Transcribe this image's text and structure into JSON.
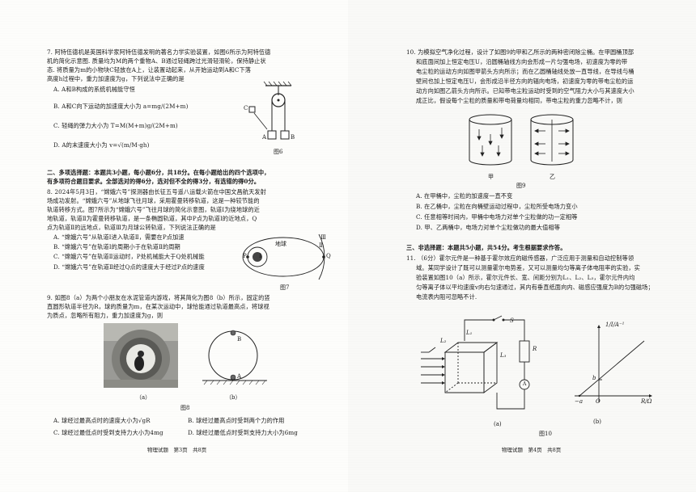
{
  "left": {
    "q7": {
      "lines": [
        "7. 阿特伍德机是英国科学家阿特伍德发明的著名力学实验装置，如图6所示为阿特伍德",
        "机的简化示意图. 质量均为M的两个重物A、B通过轻绳跨过光滑轻滑轮，保持静止状",
        "态. 将质量为m的小物块C轻放在A上，让装置动起来，从开始运动到A和C下落",
        "高度h过程中，重力加速度为g，下列说法中正确的是"
      ],
      "options": [
        "A. A和B构成的系统机械能守恒",
        "B. A和C向下运动的加速度大小为 a=mg/(2M+m)",
        "C. 轻绳的弹力大小为 T=M(M+m)g/(2M+m)",
        "D. A的末速度大小为 v=√(m/M·gh)"
      ],
      "fig_labels": {
        "c": "C",
        "a": "A",
        "b": "B"
      },
      "fig_caption": "图6"
    },
    "section2": [
      "二、多项选择题：本题共3小题，每小题6分，共18分。在每小题给出的四个选项中，",
      "有多项符合题目要求。全部选对的得6分，选对但不全的得3分，有选错的得0分。"
    ],
    "q8": {
      "lines": [
        "8. 2024年5月3日，“嫦娥六号”探测器由长征五号遥八运载火箭在中国文昌航天发射",
        "场成功发射。“嫦娥六号”从地球飞往月球，采用霍曼转移轨道，这是一种较节能的",
        "轨道转移方式。图7所示为“嫦娥六号”飞往月球的简化示意图，轨道Ⅰ为绕地球的近",
        "地轨道，轨道Ⅱ为霍曼转移轨道，是一条椭圆轨道，其中P点为轨道Ⅰ的近地点，Q",
        "点为轨道Ⅱ的远地点，轨道Ⅲ为月球公转轨道，下列说法正确的是"
      ],
      "options": [
        "A. “嫦娥六号”从轨道Ⅰ进入轨道Ⅱ，需要在P点加速",
        "B. “嫦娥六号”在轨道Ⅰ的周期小于在轨道Ⅱ的周期",
        "C. “嫦娥六号”在轨道Ⅱ运动时，P处机械能大于Q处机械能",
        "D. “嫦娥六号”在轨道Ⅱ经过Q点的速度大于经过P点的速度"
      ],
      "fig_labels": {
        "earth": "地球",
        "p": "P",
        "q": "Q",
        "i": "Ⅰ",
        "ii": "Ⅱ",
        "iii": "Ⅲ"
      },
      "fig_caption": "图7"
    },
    "q9": {
      "lines": [
        "9. 如图8（a）为两个小朋友在水泥管道内游戏，将其简化为图8（b）所示，固定的竖",
        "直圆形轨道半径为R，球的质量为m，在某次运动中，球恰能通过轨道最高点，将球视",
        "为质点，忽略所有阻力，重力加速度为g，则"
      ],
      "fig_labels": {
        "a": "（a）",
        "b": "（b）",
        "pa": "A",
        "pb": "B"
      },
      "fig_caption": "图8",
      "options": [
        "A. 球经过最高点时的速度大小为√gR",
        "B. 球经过最高点时受到两个力的作用",
        "C. 球经过最低点时受到支持力大小为4mg",
        "D. 球经过最低点时受到支持力大小为6mg"
      ]
    },
    "footer": "物理试题　第3页　共8页"
  },
  "right": {
    "q10": {
      "lines": [
        "10. 为模拟空气净化过程，设计了如图9的甲和乙所示的两种密闭除尘桶。在甲圆桶顶部",
        "和底面间加上恒定电压U，沿圆桶轴线方向会形成一片匀强电场，初速度为零的带",
        "电尘粒的运动方向如图甲箭头方向所示；而在乙圆桶轴线处放一直导线，在导线与桶",
        "壁间也加上恒定电压U，会形成沿半径方向的辐向电场，初速度为零的带电尘粒的运",
        "动方向如图乙箭头方向所示。已知带电尘粒运动时受到的空气阻力大小与其速度大小",
        "成正比，假设每个尘粒的质量和带电荷量均相同，带电尘粒的重力忽略不计，则"
      ],
      "fig_labels": {
        "jia": "甲",
        "yi": "乙"
      },
      "fig_caption": "图9",
      "options": [
        "A. 在甲桶中，尘粒的加速度一直不变",
        "B. 在乙桶中，尘粒在向桶壁运动过程中，尘粒所受电场力变小",
        "C. 任意相等时间内，甲桶中电场力对单个尘粒做的功一定相等",
        "D. 甲、乙两桶中，电场力对单个尘粒做功的最大值相等"
      ]
    },
    "section3": "三、非选择题：本题共5小题，共54分。考生根据要求作答。",
    "q11": {
      "lines": [
        "11. （6分）霍尔元件是一种基于霍尔效应的磁传感器，广泛应用于测量和自动控制等领",
        "域。某同学设计了既可以测量霍尔电势差，又可以测量均匀等离子体电阻率的实验，实",
        "验装置如图10（a）所示，霍尔元件长、宽、间距分别为L₁、L₂、L₃，霍尔元件内均",
        "匀等离子体以平均速度v向右匀速通过，其内有垂直纸面向内、磁感应强度为B的匀强磁场；",
        "电流表内阻可忽略不计."
      ],
      "fig_labels": {
        "s": "S",
        "l1": "L₁",
        "l2": "L₂",
        "l3": "L₃",
        "r": "R",
        "ammeter": "A",
        "ylabel": "1/I/A⁻¹",
        "xlabel": "R/Ω",
        "b": "b",
        "neg_a": "−a",
        "o": "O",
        "a": "(a)",
        "bcap": "(b)"
      },
      "fig_caption": "图10"
    },
    "footer": "物理试题　第4页　共8页"
  }
}
